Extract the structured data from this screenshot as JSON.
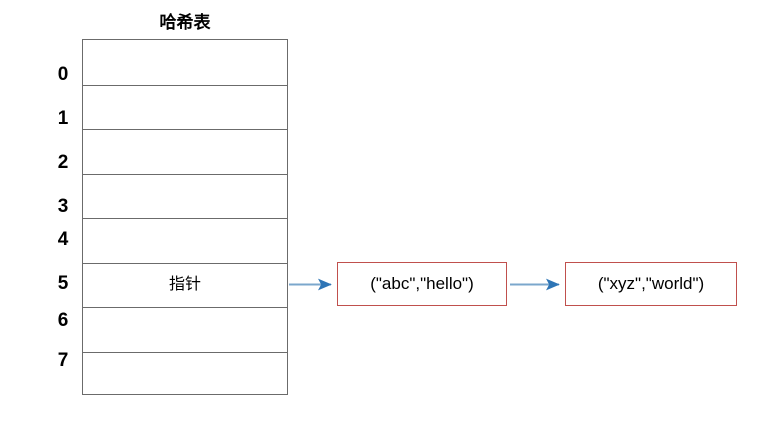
{
  "diagram": {
    "title": "哈希表",
    "background_color": "#ffffff",
    "table": {
      "border_color": "#6b6b6b",
      "index_labels": [
        "0",
        "1",
        "2",
        "3",
        "4",
        "5",
        "6",
        "7"
      ],
      "buckets": [
        {
          "index": "0",
          "content": ""
        },
        {
          "index": "1",
          "content": ""
        },
        {
          "index": "2",
          "content": ""
        },
        {
          "index": "3",
          "content": ""
        },
        {
          "index": "4",
          "content": ""
        },
        {
          "index": "5",
          "content": "指针"
        },
        {
          "index": "6",
          "content": ""
        },
        {
          "index": "7",
          "content": ""
        }
      ]
    },
    "nodes": [
      {
        "label": "(\"abc\",\"hello\")",
        "border_color": "#c0504d"
      },
      {
        "label": "(\"xyz\",\"world\")",
        "border_color": "#c0504d"
      }
    ],
    "arrows": {
      "line_color": "#7ba7cc",
      "head_color": "#2e75b6",
      "count": 2
    }
  }
}
